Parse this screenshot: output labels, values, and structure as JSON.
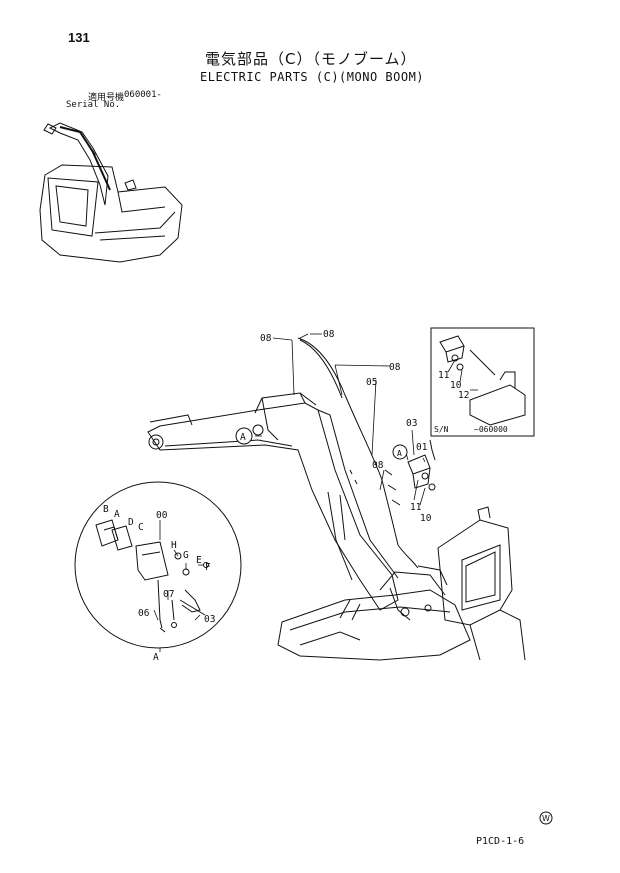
{
  "page": {
    "number": "131",
    "title_jp": "電気部品（C）（モノブーム）",
    "title_en": "ELECTRIC PARTS (C)(MONO BOOM)",
    "serial_label_jp": "適用号機",
    "serial_value": "060001-",
    "serial_label_en": "Serial No.",
    "code": "P1CD-1-6",
    "w_mark": "W"
  },
  "callouts": {
    "c08a": "08",
    "c08b": "08",
    "c08c": "08",
    "c08d": "08",
    "c05": "05",
    "c03": "03",
    "c01": "01",
    "c11a": "11",
    "c10a": "10",
    "c11b": "11",
    "c10b": "10",
    "c12": "12",
    "sn": "S/N",
    "sn_value": "~060000",
    "A_main": "A",
    "A_right": "A",
    "A_detail": "A",
    "c00": "00",
    "cB": "B",
    "cA": "A",
    "cD": "D",
    "cC": "C",
    "cH": "H",
    "cG": "G",
    "cE": "E",
    "cF": "F",
    "c07": "07",
    "c06": "06",
    "c03b": "03"
  }
}
